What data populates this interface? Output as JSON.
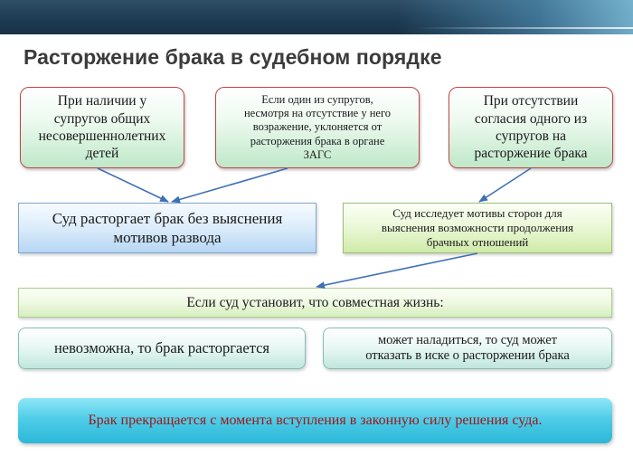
{
  "title": "Расторжение брака в судебном порядке",
  "colors": {
    "header_band": "#1d3b52",
    "title_text": "#3b3b3b",
    "box_border_red": "#c24646",
    "arrow": "#3f6fb5",
    "banner": "#4fcde8",
    "banner_text": "#a01616"
  },
  "conditions": [
    {
      "lines": [
        "При наличии у",
        "супругов общих",
        "несовершеннолетних",
        "детей"
      ]
    },
    {
      "lines": [
        "Если один из супругов,",
        "несмотря на отсутствие у него",
        "возражение, уклоняется от",
        "расторжения брака в  органе",
        "ЗАГС"
      ]
    },
    {
      "lines": [
        "При отсутствии",
        "согласия одного из",
        "супругов  на",
        "расторжение брака"
      ]
    }
  ],
  "outcomes": {
    "no_motives": {
      "lines": [
        "Суд расторгает брак без выяснения",
        "мотивов развода"
      ]
    },
    "examines_motives": {
      "lines": [
        "Суд исследует мотивы сторон для",
        "выяснения возможности продолжения",
        "брачных отношений"
      ]
    }
  },
  "condition_question": "Если суд установит, что совместная жизнь:",
  "results": {
    "impossible": "невозможна, то брак расторгается",
    "can_improve": {
      "lines": [
        "может наладиться, то суд может",
        "отказать в иске о расторжении брака"
      ]
    }
  },
  "footer_note": "Брак прекращается с момента вступления в законную силу решения суда."
}
